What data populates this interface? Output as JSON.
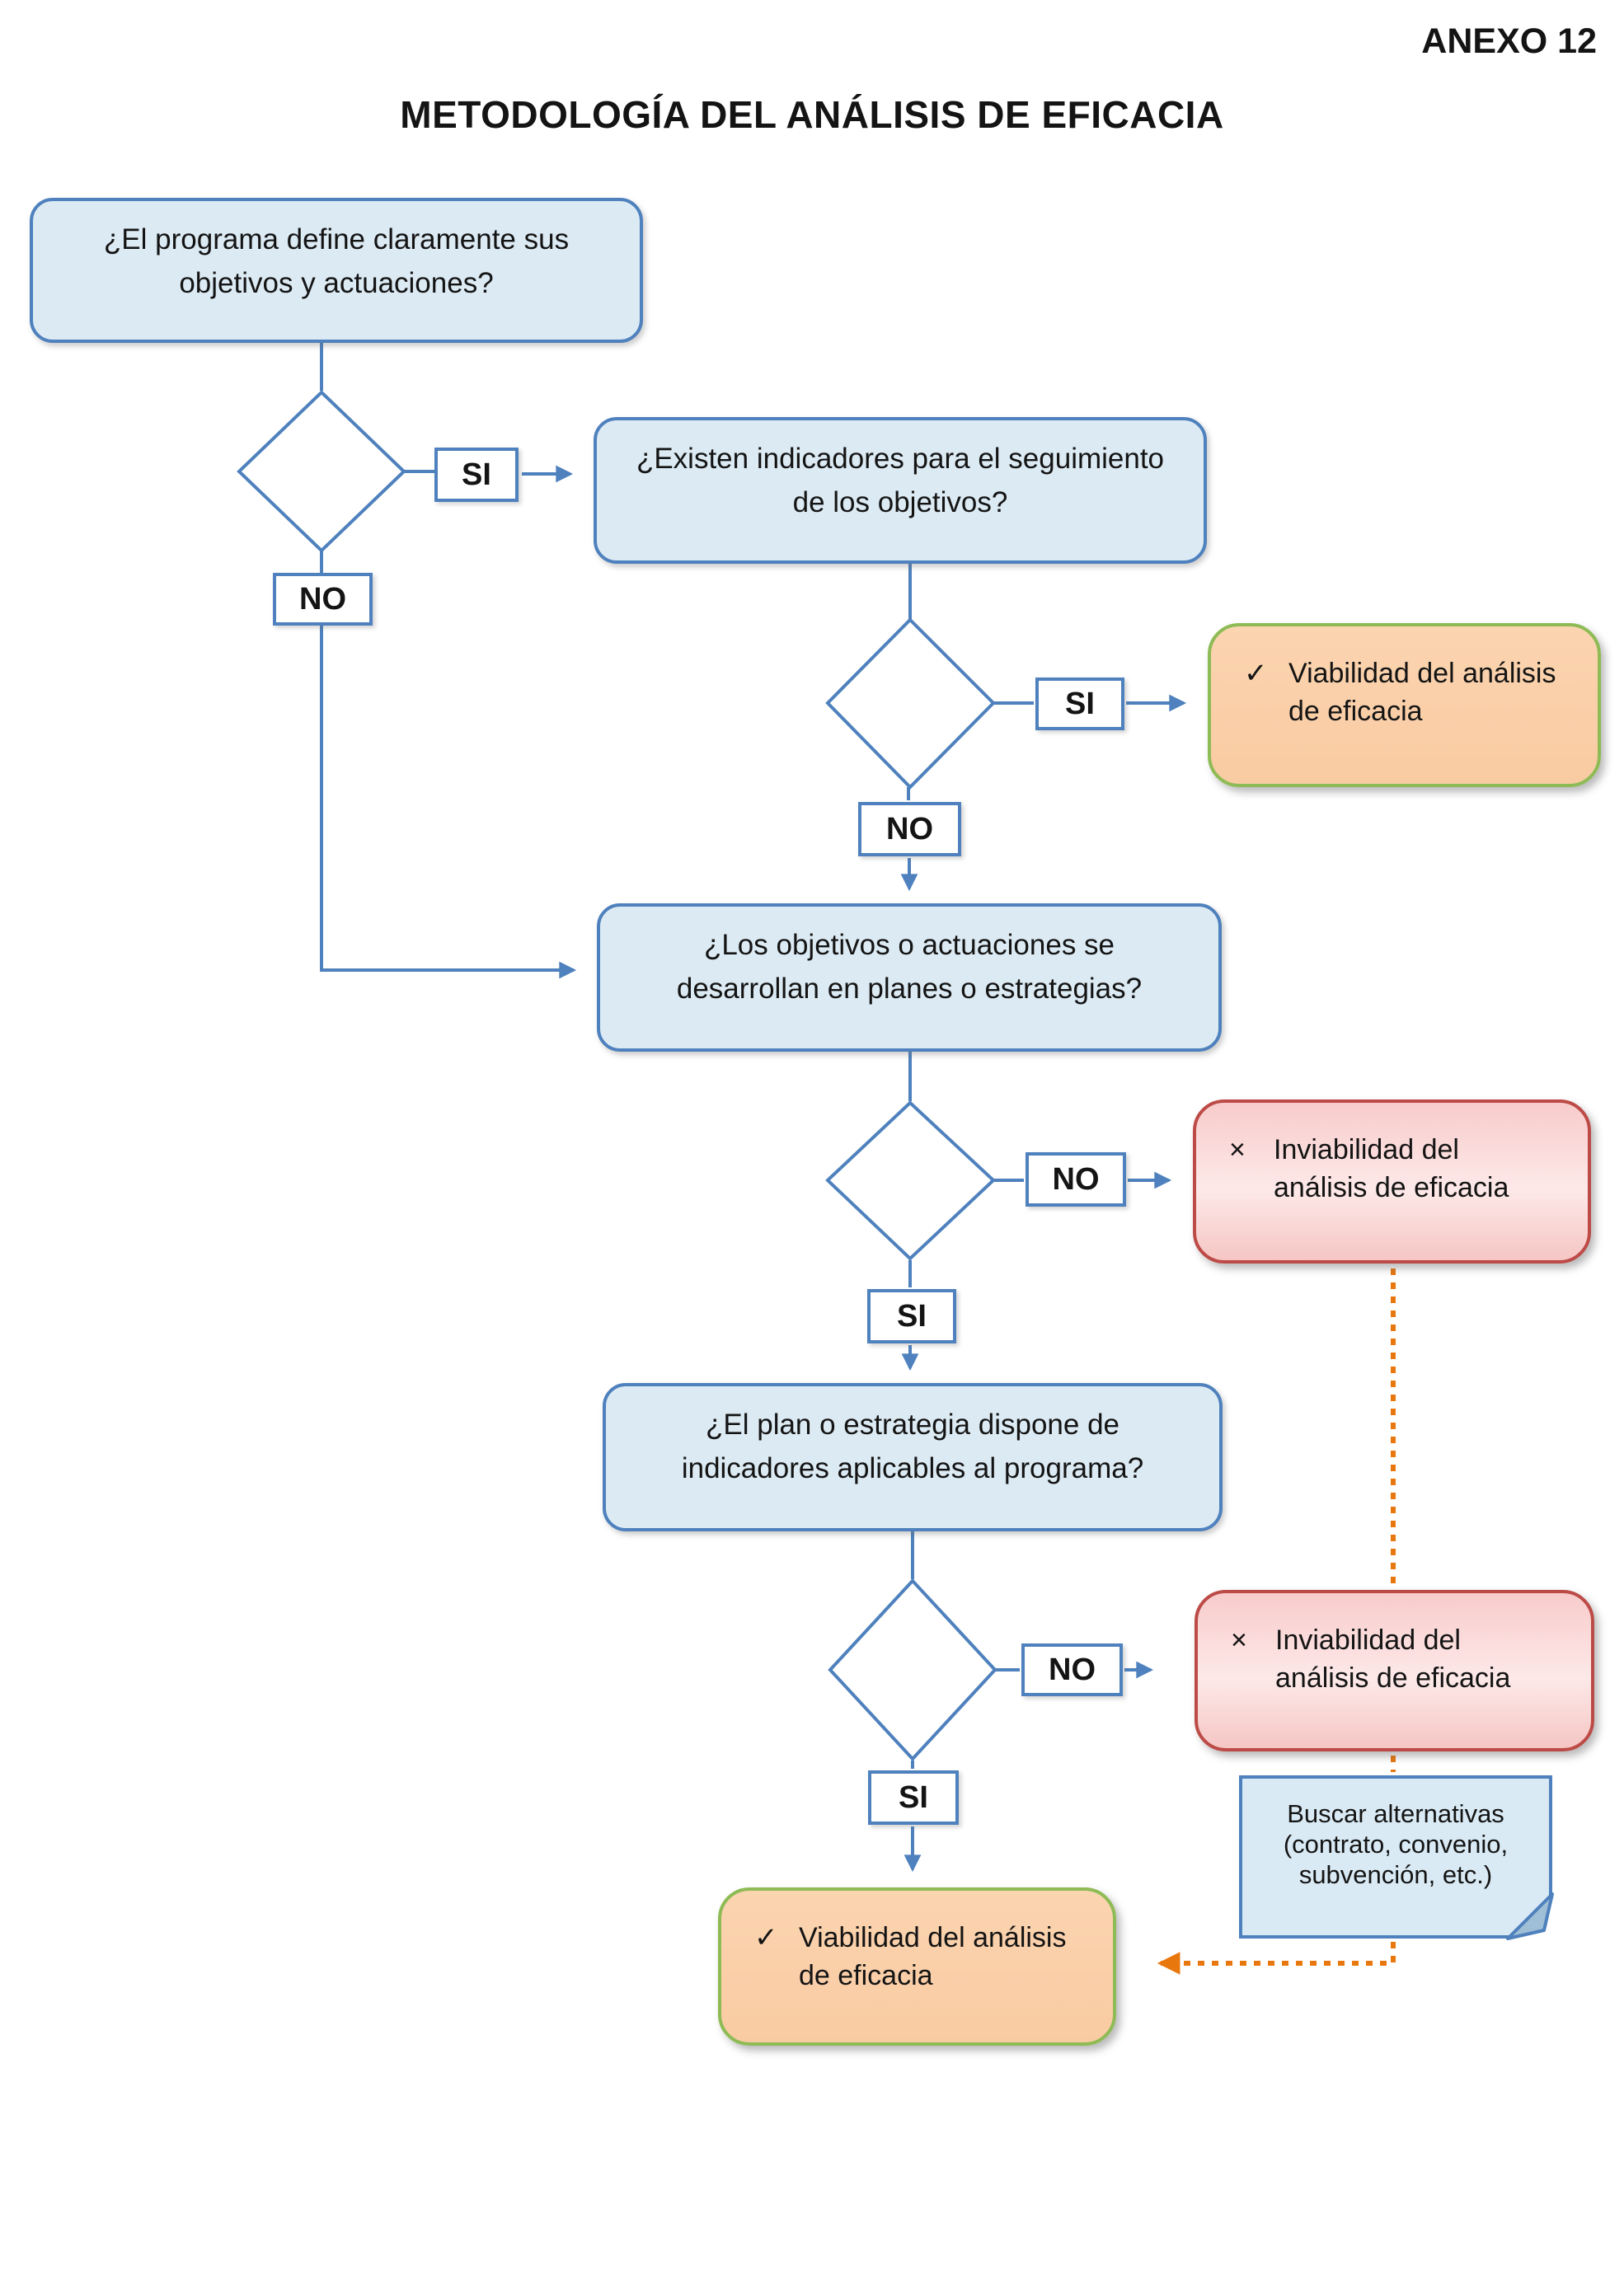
{
  "page": {
    "annex": "ANEXO 12",
    "title": "METODOLOGÍA DEL ANÁLISIS DE EFICACIA"
  },
  "labels": {
    "yes": "SI",
    "no": "NO"
  },
  "questions": {
    "q1": [
      "¿El programa define claramente sus",
      "objetivos y actuaciones?"
    ],
    "q2": [
      "¿Existen indicadores para el seguimiento",
      "de los objetivos?"
    ],
    "q3": [
      "¿Los objetivos o actuaciones se",
      "desarrollan en planes o estrategias?"
    ],
    "q4": [
      "¿El plan o estrategia dispone de",
      "indicadores aplicables al programa?"
    ]
  },
  "results": {
    "viable": {
      "icon": "✓",
      "lines": [
        "Viabilidad del análisis",
        "de eficacia"
      ]
    },
    "inviable": {
      "icon": "×",
      "lines": [
        "Inviabilidad del",
        "análisis de eficacia"
      ]
    }
  },
  "note": {
    "lines": [
      "Buscar alternativas",
      "(contrato, convenio,",
      "subvención, etc.)"
    ]
  },
  "colors": {
    "connector_blue": "#4E81BD",
    "question_fill": "#DCEAF3",
    "viable_fill": "#FACDA6",
    "viable_border": "#8EBB55",
    "inviable_fill": "#F9CECC",
    "inviable_border": "#BC4B47",
    "note_fill": "#D9EAF4",
    "dotted_orange": "#E8770E"
  }
}
